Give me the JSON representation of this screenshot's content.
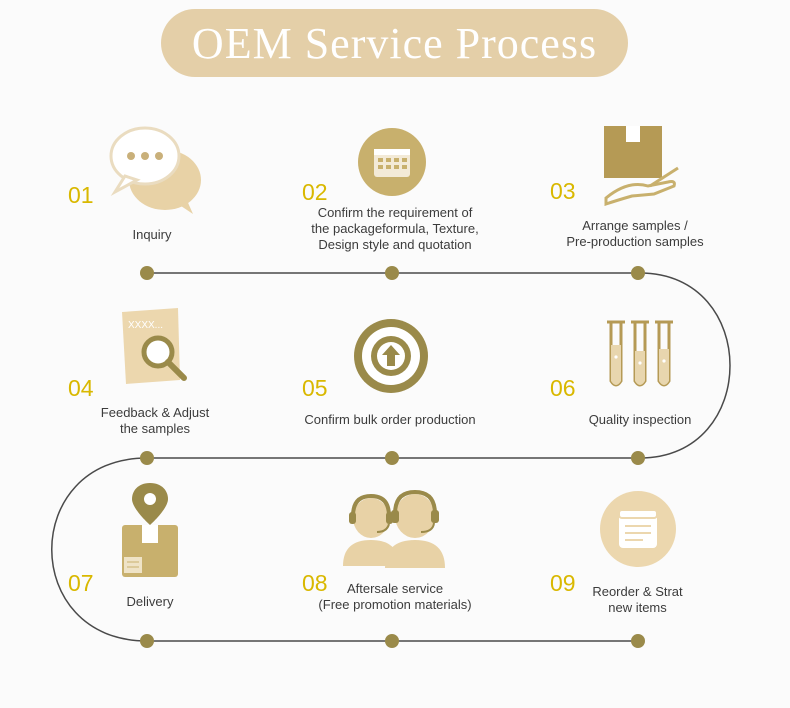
{
  "title": "OEM Service Process",
  "colors": {
    "pill": "#e4cfa8",
    "gold": "#c8b06d",
    "dot": "#9a8a4a",
    "number": "#d9b800",
    "line": "#4a4a4a"
  },
  "steps": [
    {
      "num": "01",
      "label": "Inquiry",
      "icon": "chat-bubbles-icon"
    },
    {
      "num": "02",
      "label": "Confirm the requirement of\nthe packageformula, Texture,\nDesign style and quotation",
      "icon": "calendar-icon"
    },
    {
      "num": "03",
      "label": "Arrange samples /\nPre-production samples",
      "icon": "hand-box-icon"
    },
    {
      "num": "04",
      "label": "Feedback & Adjust\nthe samples",
      "icon": "document-search-icon"
    },
    {
      "num": "05",
      "label": "Confirm bulk order production",
      "icon": "upload-circle-icon"
    },
    {
      "num": "06",
      "label": "Quality inspection",
      "icon": "test-tubes-icon"
    },
    {
      "num": "07",
      "label": "Delivery",
      "icon": "package-pin-icon"
    },
    {
      "num": "08",
      "label": "Aftersale service\n(Free promotion materials)",
      "icon": "support-agents-icon"
    },
    {
      "num": "09",
      "label": "Reorder & Strat\nnew items",
      "icon": "notepad-icon"
    }
  ]
}
